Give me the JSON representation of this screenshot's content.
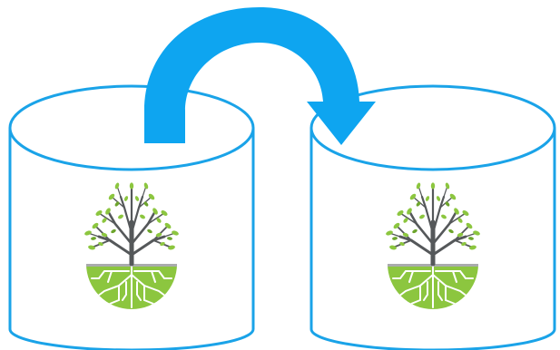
{
  "colors": {
    "outline": "#1aa3e8",
    "arrow": "#0ea5f0",
    "background": "#ffffff",
    "branch": "#55585a",
    "leaf": "#8cc63f",
    "leaf_dark": "#6da52d",
    "ground": "#8cc63f",
    "ground_edge": "#a9abac",
    "roots": "#ffffff"
  },
  "diagram": {
    "containers": [
      {
        "id": "source",
        "shape": "cylinder",
        "content": "tree-with-roots-icon"
      },
      {
        "id": "target",
        "shape": "cylinder",
        "content": "tree-with-roots-icon"
      }
    ],
    "connector": {
      "from": "source",
      "to": "target",
      "shape": "curved-arrow"
    }
  }
}
